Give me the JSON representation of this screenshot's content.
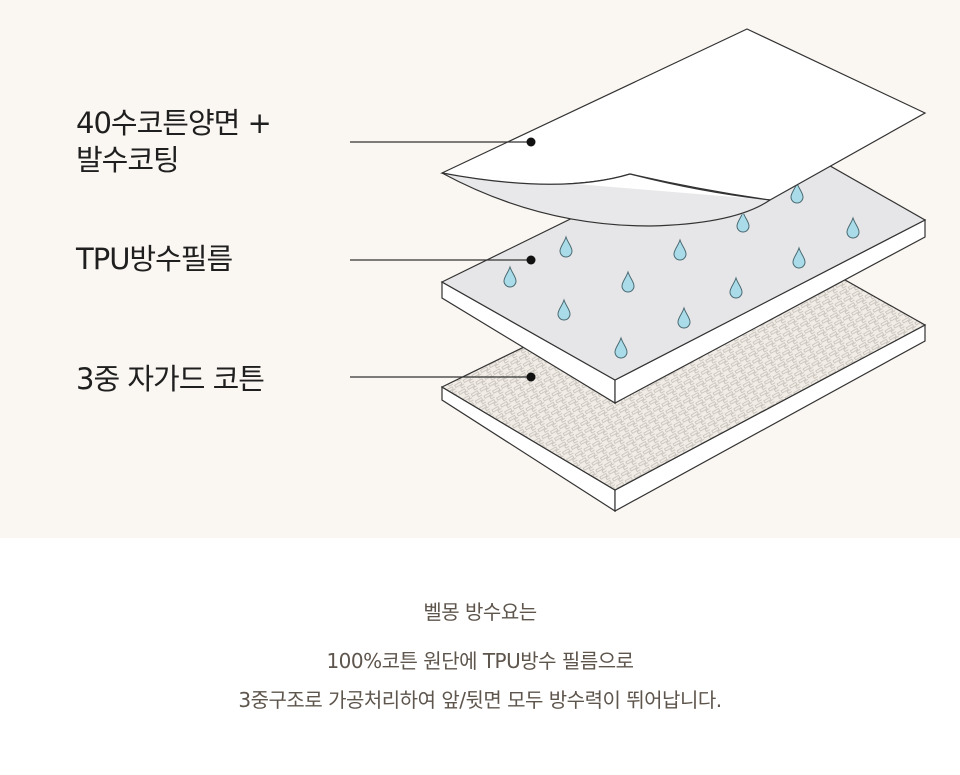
{
  "layers": [
    {
      "label_line1": "40수코튼양면 +",
      "label_line2": "발수코팅"
    },
    {
      "label_line1": "TPU방수필름"
    },
    {
      "label_line1": "3중 자가드 코튼"
    }
  ],
  "description": {
    "line1": "벨몽 방수요는",
    "line2": "100%코튼 원단에 TPU방수 필름으로",
    "line3": "3중구조로 가공처리하여 앞/뒷면 모두 방수력이 뛰어납니다."
  },
  "colors": {
    "background": "#faf6f1",
    "drop": "#a9dbe8",
    "film": "#e6e6e8",
    "text": "#5e554c"
  }
}
